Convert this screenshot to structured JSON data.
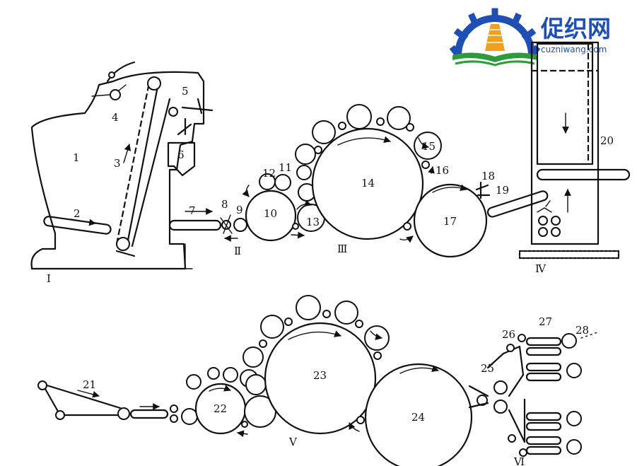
{
  "logo": {
    "name_cn": "促织网",
    "domain": "cuzniwang.com",
    "colors": {
      "blue": "#1f4fb4",
      "orange": "#f0a020",
      "green": "#2e9b3a"
    }
  },
  "sections": [
    "Ⅰ",
    "Ⅱ",
    "Ⅲ",
    "Ⅳ",
    "Ⅴ",
    "Ⅵ"
  ],
  "parts": [
    "1",
    "2",
    "3",
    "4",
    "5",
    "6",
    "7",
    "8",
    "9",
    "10",
    "11",
    "12",
    "13",
    "14",
    "15",
    "16",
    "17",
    "18",
    "19",
    "20",
    "21",
    "22",
    "23",
    "24",
    "25",
    "26",
    "27",
    "28"
  ]
}
